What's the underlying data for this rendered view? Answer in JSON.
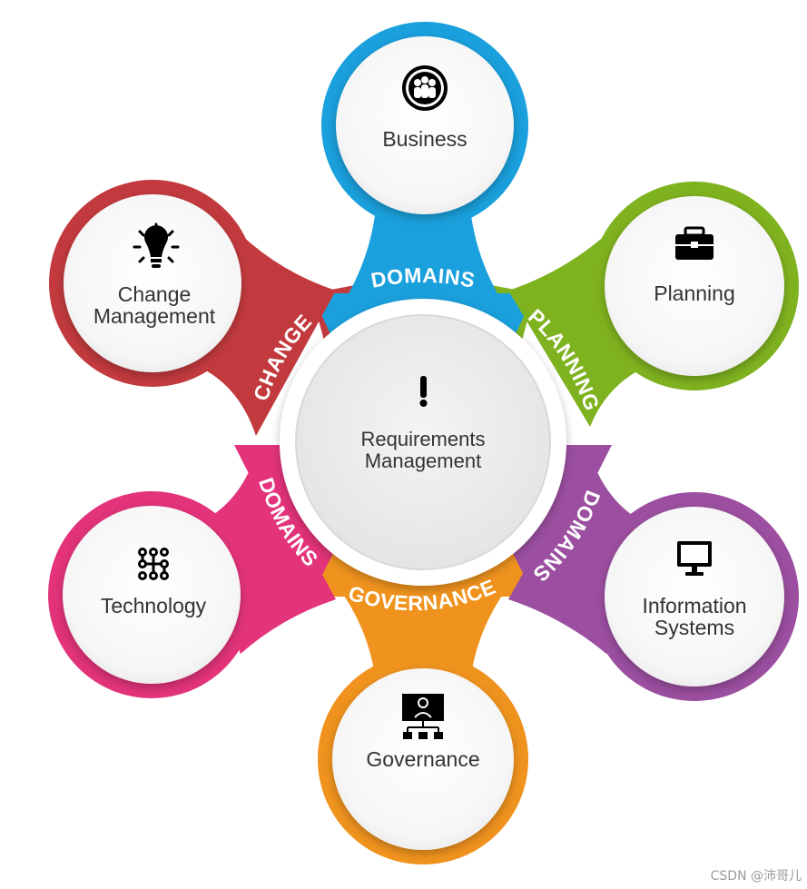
{
  "center": {
    "icon": "exclamation-icon",
    "line1": "Requirements",
    "line2": "Management"
  },
  "bands": {
    "top": "DOMAINS",
    "upper_right": "PLANNING",
    "lower_right": "DOMAINS",
    "bottom": "GOVERNANCE",
    "lower_left": "DOMAINS",
    "upper_left": "CHANGE"
  },
  "petals": [
    {
      "id": "business",
      "icon": "people-globe-icon",
      "line1": "Business",
      "line2": "",
      "color": "#1aa0dc"
    },
    {
      "id": "planning",
      "icon": "briefcase-icon",
      "line1": "Planning",
      "line2": "",
      "color": "#7fb21f"
    },
    {
      "id": "information-systems",
      "icon": "monitor-icon",
      "line1": "Information",
      "line2": "Systems",
      "color": "#9c4fa0"
    },
    {
      "id": "governance",
      "icon": "presentation-org-icon",
      "line1": "Governance",
      "line2": "",
      "color": "#f0931e"
    },
    {
      "id": "technology",
      "icon": "circuit-icon",
      "line1": "Technology",
      "line2": "",
      "color": "#e3337a"
    },
    {
      "id": "change-management",
      "icon": "lightbulb-icon",
      "line1": "Change",
      "line2": "Management",
      "color": "#c23a3e"
    }
  ],
  "watermark": "CSDN @沛哥儿"
}
